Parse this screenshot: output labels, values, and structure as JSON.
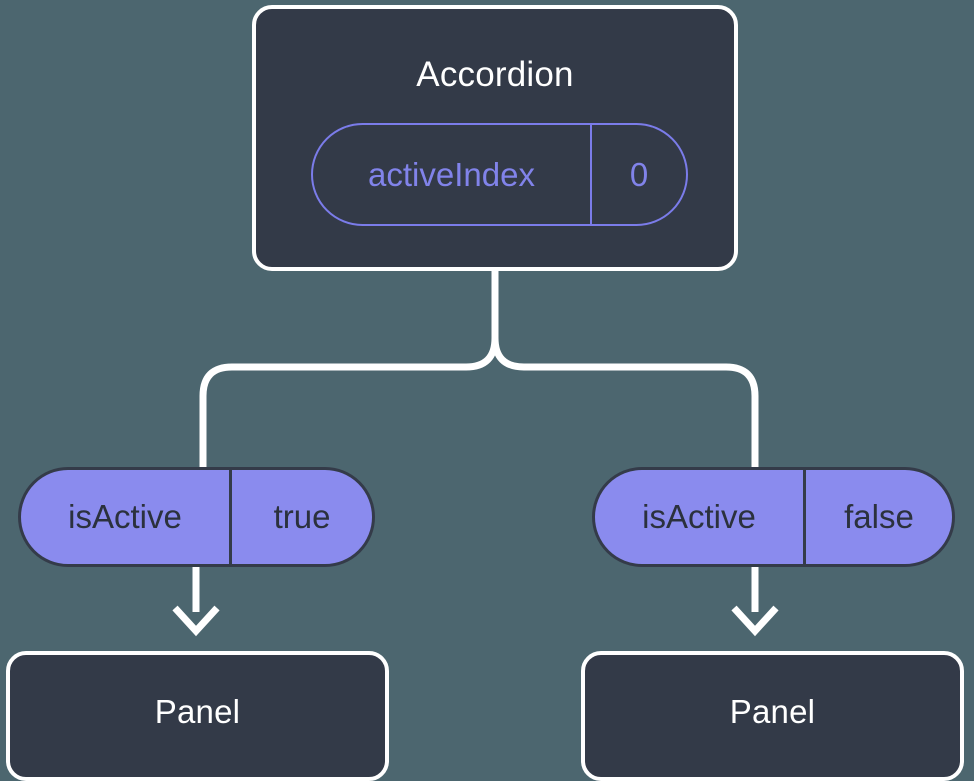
{
  "diagram": {
    "title_semantics": "react-component-state-propagation",
    "background_color": "#4c666f",
    "node_fill": "#333a48",
    "node_border": "#ffffff",
    "prop_outline_color": "#7b7cea",
    "prop_fill_color": "#8a8bee",
    "prop_text_dark": "#2b313d",
    "connector_color": "#ffffff"
  },
  "root": {
    "label": "Accordion",
    "state_prop": {
      "key": "activeIndex",
      "value": "0"
    }
  },
  "branches": [
    {
      "prop": {
        "key": "isActive",
        "value": "true"
      },
      "child": {
        "label": "Panel"
      }
    },
    {
      "prop": {
        "key": "isActive",
        "value": "false"
      },
      "child": {
        "label": "Panel"
      }
    }
  ]
}
